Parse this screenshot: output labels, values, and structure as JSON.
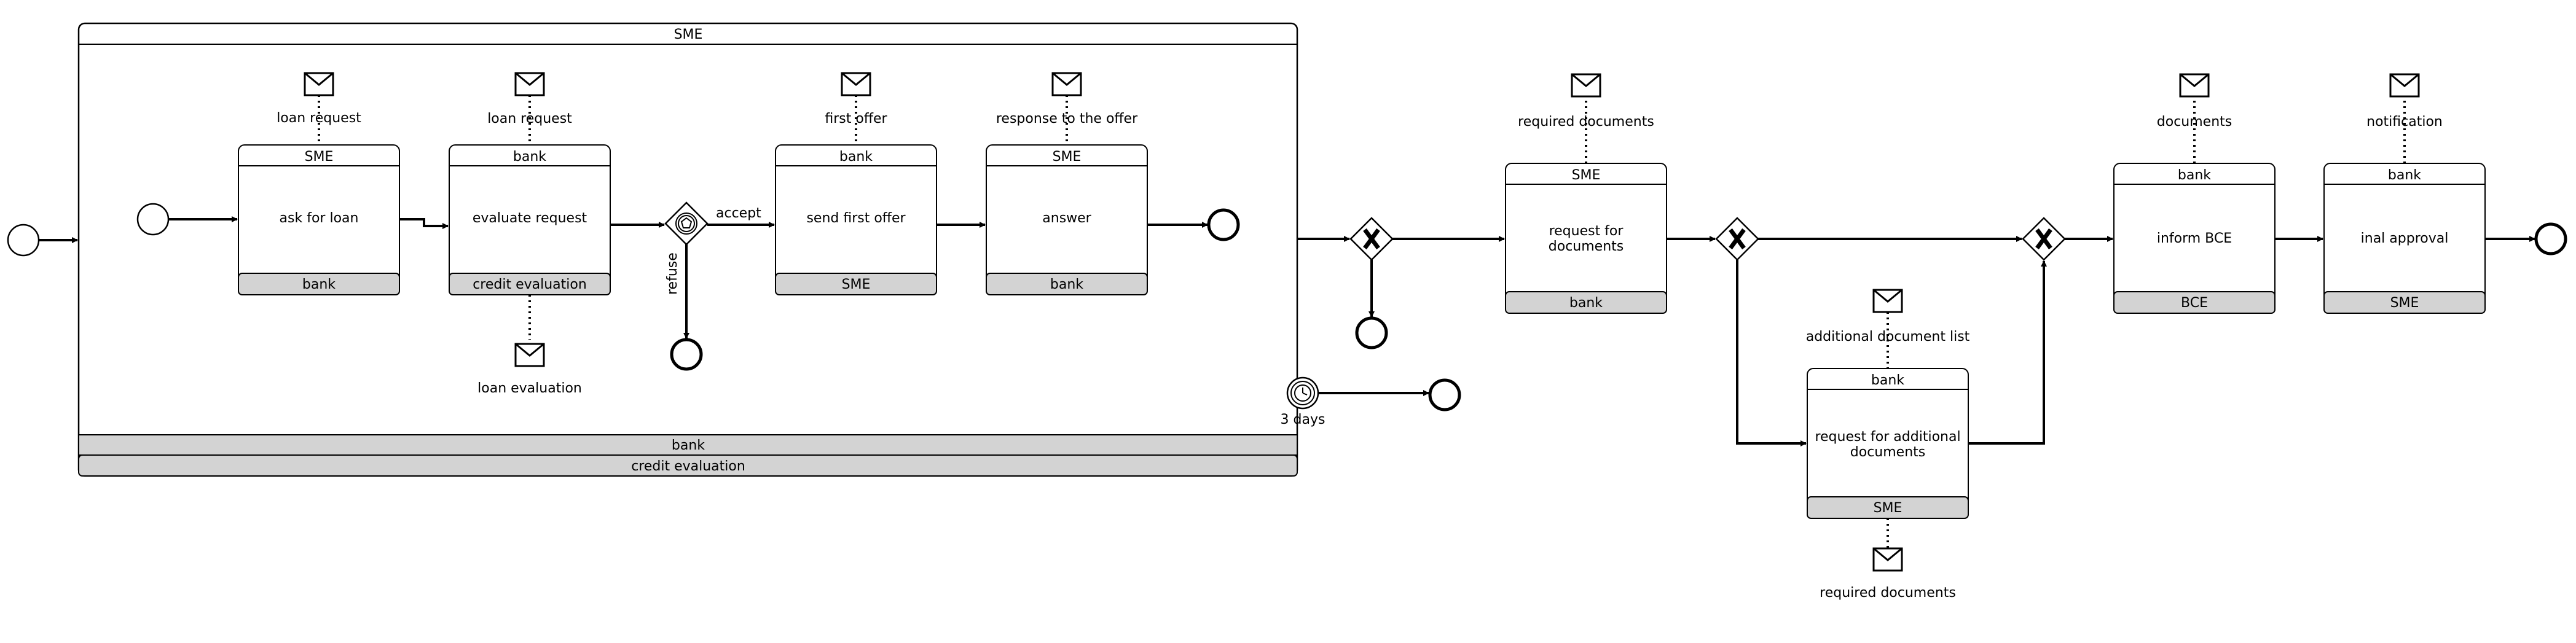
{
  "subprocess": {
    "title": "SME",
    "bands": [
      "bank",
      "credit evaluation"
    ],
    "timer_label": "3 days"
  },
  "tasks": {
    "ask_for_loan": {
      "top": "SME",
      "name": "ask for loan",
      "bottom": "bank"
    },
    "evaluate_request": {
      "top": "bank",
      "name": "evaluate request",
      "bottom": "credit evaluation"
    },
    "send_first_offer": {
      "top": "bank",
      "name": "send first offer",
      "bottom": "SME"
    },
    "answer": {
      "top": "SME",
      "name": "answer",
      "bottom": "bank"
    },
    "request_documents": {
      "top": "SME",
      "name": [
        "request for",
        "documents"
      ],
      "bottom": "bank"
    },
    "request_additional": {
      "top": "bank",
      "name": [
        "request for additional",
        "documents"
      ],
      "bottom": "SME"
    },
    "inform_bce": {
      "top": "bank",
      "name": "inform BCE",
      "bottom": "BCE"
    },
    "final_approval": {
      "top": "bank",
      "name": "inal approval",
      "bottom": "SME"
    }
  },
  "messages": {
    "loan_request_1": "loan request",
    "loan_request_2": "loan request",
    "loan_evaluation": "loan evaluation",
    "first_offer": "first offer",
    "response_offer": "response to the offer",
    "required_documents_1": "required documents",
    "additional_document_list": "additional document list",
    "required_documents_2": "required documents",
    "documents": "documents",
    "notification": "notification"
  },
  "gateway_labels": {
    "accept": "accept",
    "refuse": "refuse"
  }
}
